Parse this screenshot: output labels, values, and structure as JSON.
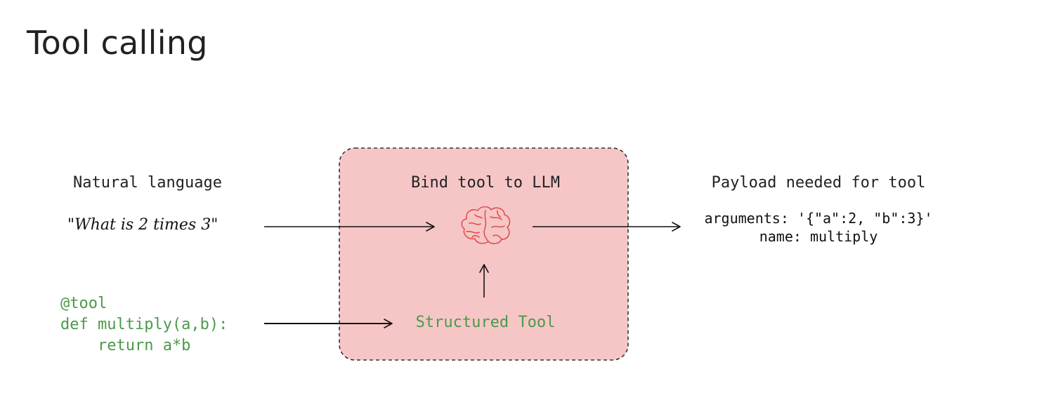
{
  "title": "Tool calling",
  "natural_language": {
    "heading": "Natural language",
    "query": "\"What is 2 times 3\""
  },
  "code": {
    "lines": [
      "@tool",
      "def multiply(a,b):",
      "    return a*b"
    ]
  },
  "bind_box": {
    "heading": "Bind tool to LLM",
    "structured_tool": "Structured Tool",
    "icon": "brain-icon",
    "fill_color": "#f6c6c6",
    "icon_color": "#e05050"
  },
  "payload": {
    "heading": "Payload needed for tool",
    "arguments": "arguments: '{\"a\":2, \"b\":3}'",
    "name": "name: multiply"
  },
  "colors": {
    "code_green": "#4a9a4a",
    "text": "#222222"
  }
}
